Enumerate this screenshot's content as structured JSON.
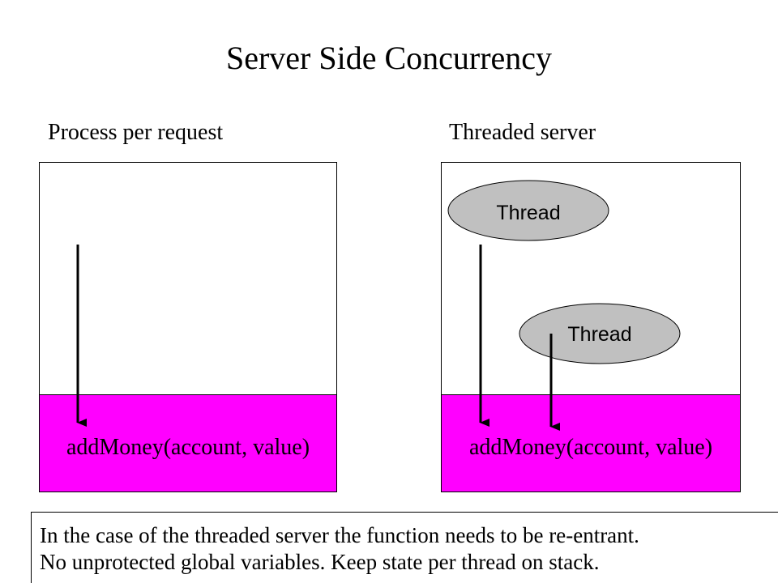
{
  "title": "Server Side Concurrency",
  "colors": {
    "function_fill": "#ff00ff",
    "thread_fill": "#c0c0c0",
    "line": "#000000"
  },
  "left_panel": {
    "label": "Process per request",
    "function_call": "addMoney(account, value)"
  },
  "right_panel": {
    "label": "Threaded server",
    "threads": [
      {
        "label": "Thread"
      },
      {
        "label": "Thread"
      }
    ],
    "function_call": "addMoney(account, value)"
  },
  "note": {
    "line1": "In the case of the threaded server the function needs to be re-entrant.",
    "line2": "No unprotected global variables. Keep state per thread on stack."
  }
}
